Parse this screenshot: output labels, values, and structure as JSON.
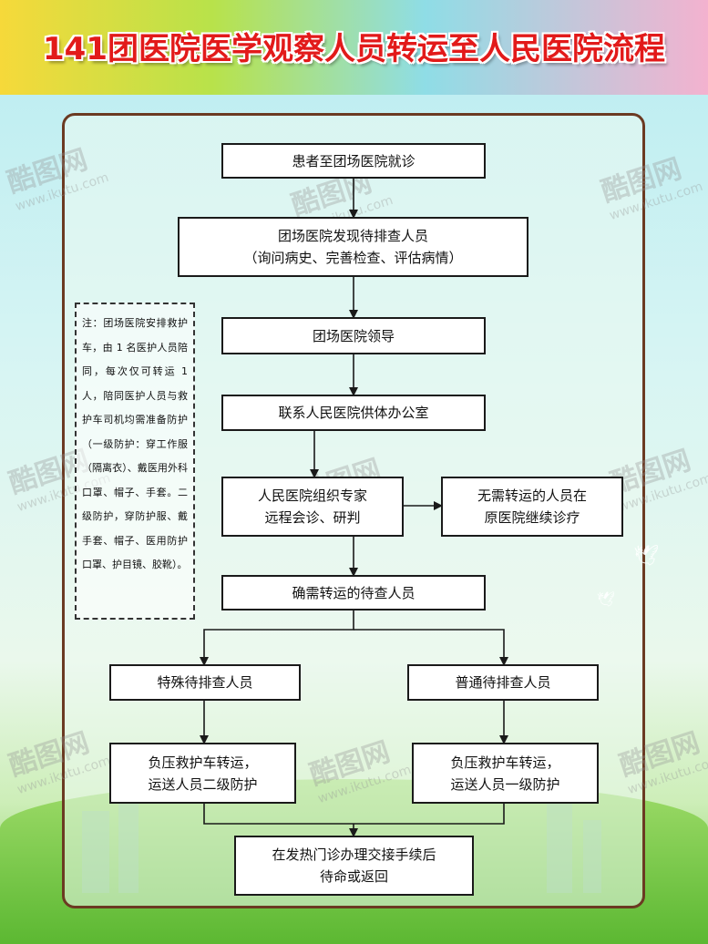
{
  "title": "141团医院医学观察人员转运至人民医院流程",
  "watermark": {
    "brand": "酷图网",
    "url": "www.ikutu.com"
  },
  "nodes": {
    "n1": [
      "患者至团场医院就诊"
    ],
    "n2": [
      "团场医院发现待排查人员",
      "（询问病史、完善检查、评估病情）"
    ],
    "n3": [
      "团场医院领导"
    ],
    "n4": [
      "联系人民医院供体办公室"
    ],
    "n5": [
      "人民医院组织专家",
      "远程会诊、研判"
    ],
    "n6": [
      "无需转运的人员在",
      "原医院继续诊疗"
    ],
    "n7": [
      "确需转运的待查人员"
    ],
    "n8": [
      "特殊待排查人员"
    ],
    "n9": [
      "普通待排查人员"
    ],
    "n10": [
      "负压救护车转运，",
      "运送人员二级防护"
    ],
    "n11": [
      "负压救护车转运，",
      "运送人员一级防护"
    ],
    "n12": [
      "在发热门诊办理交接手续后",
      "待命或返回"
    ]
  },
  "note": "注：团场医院安排救护车，由 1 名医护人员陪同，每次仅可转运 1 人，陪同医护人员与救护车司机均需准备防护（一级防护：穿工作服（隔离衣）、戴医用外科口罩、帽子、手套。二级防护，穿防护服、戴手套、帽子、医用防护口罩、护目镜、胶靴）。"
}
